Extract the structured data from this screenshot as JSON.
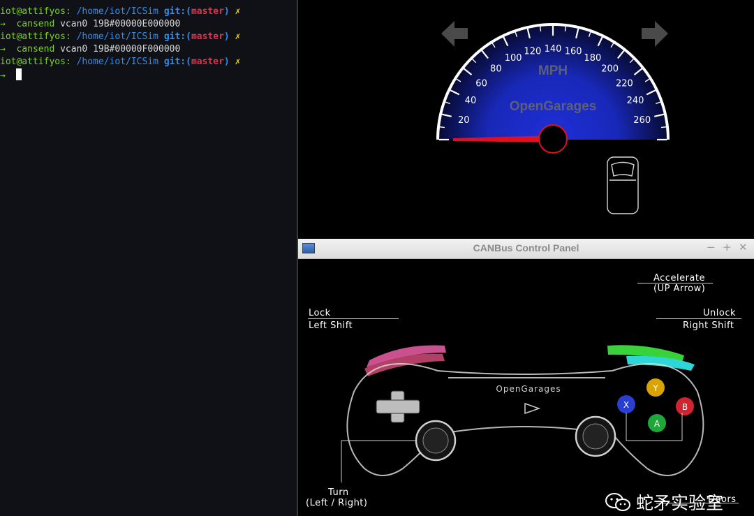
{
  "terminal": {
    "prompt": {
      "user_host": "iot@attifyos:",
      "path": "/home/iot/ICSim",
      "git_label": "git:",
      "branch_open": "(",
      "branch": "master",
      "branch_close": ")",
      "dirty": "✗"
    },
    "arrow": "→",
    "command": "cansend",
    "lines": [
      {
        "args": "vcan0 19B#00000E000000"
      },
      {
        "args": "vcan0 19B#00000F000000"
      }
    ]
  },
  "speedometer": {
    "unit": "MPH",
    "brand": "OpenGarages",
    "ticks": [
      "20",
      "40",
      "60",
      "80",
      "100",
      "120",
      "140",
      "160",
      "180",
      "200",
      "220",
      "240",
      "260"
    ],
    "needle_speed": 0,
    "colors": {
      "dial": "#1f2fd8",
      "needle": "#e01020",
      "ring": "#ffffff"
    }
  },
  "control_panel": {
    "title": "CANBus Control Panel",
    "window_buttons": {
      "minimize": "−",
      "maximize": "+",
      "close": "✕"
    },
    "labels": {
      "accelerate": "Accelerate",
      "accelerate_key": "(UP Arrow)",
      "lock": "Lock",
      "lock_key": "Left Shift",
      "unlock": "Unlock",
      "unlock_key": "Right Shift",
      "turn": "Turn",
      "turn_key": "(Left / Right)",
      "doors": "Doors"
    },
    "controller": {
      "brand": "OpenGarages",
      "buttons": {
        "x": "X",
        "y": "Y",
        "a": "A",
        "b": "B"
      },
      "colors": {
        "x": "#2a3fd0",
        "y": "#d9a400",
        "a": "#1fa83a",
        "b": "#d0242e",
        "lock_bumper": "#e0305a",
        "unlock_bumper": "#30d040"
      }
    }
  },
  "watermark": {
    "text": "蛇矛实验室"
  }
}
